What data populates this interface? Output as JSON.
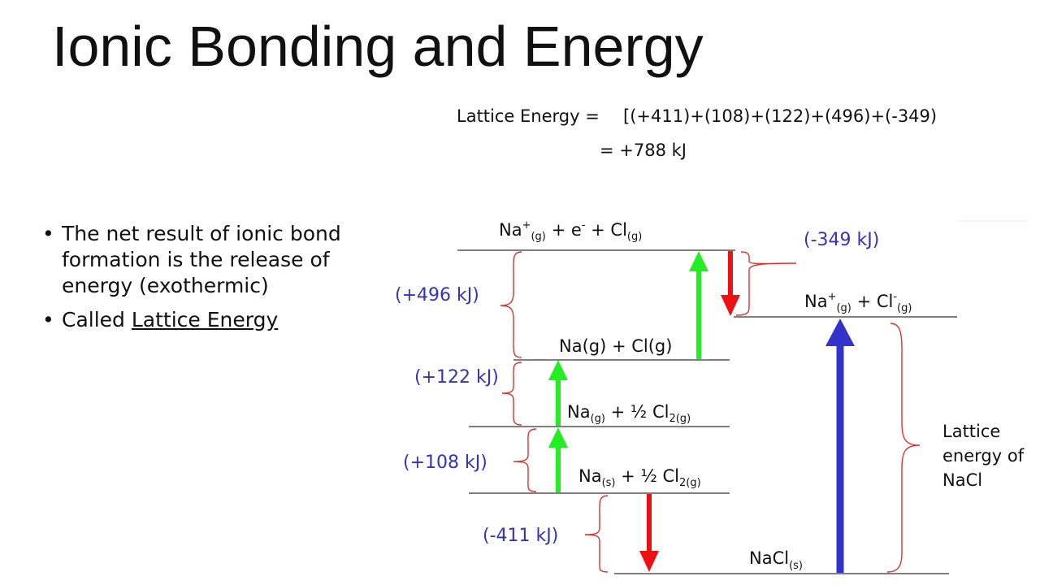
{
  "slide": {
    "title": "Ionic Bonding and Energy",
    "bullets": [
      "The net result of ionic bond formation is the release of energy (exothermic)",
      "Called"
    ],
    "underlined_term": "Lattice Energy",
    "bullet_glyph": "•"
  },
  "equation": {
    "line1_label": "Lattice Energy =",
    "line1_expr": "[(+411)+(108)+(122)+(496)+(-349)",
    "line2": "= +788 kJ"
  },
  "diagram": {
    "colors": {
      "endothermic": "#22ee22",
      "exothermic": "#ee1111",
      "lattice": "#3333cc",
      "brace": "#e03030",
      "energy_label": "#3333bb"
    },
    "levels": {
      "ions_electron": {
        "main": "Na",
        "sup1": "+",
        "sub1": "(g)",
        "mid": " + e",
        "sup2": "-",
        "mid2": " + Cl",
        "sub2": "(g)"
      },
      "gas_ions": {
        "main": "Na",
        "sup1": "+",
        "sub1": "(g)",
        "mid": "  +  Cl",
        "sup2": "-",
        "sub2": "(g)"
      },
      "gas_atoms": {
        "text": "Na(g) + Cl(g)"
      },
      "na_gas_cl2": {
        "main": "Na",
        "sub1": "(g)",
        "mid": " + ½ Cl",
        "sub2": "2(g)"
      },
      "na_solid_cl2": {
        "main": "Na",
        "sub1": "(s)",
        "mid": " + ½ Cl",
        "sub2": "2(g)"
      },
      "nacl_solid": {
        "main": "NaCl",
        "sub1": "(s)"
      }
    },
    "energies": {
      "electron_affinity": "(-349 kJ)",
      "ionization": "(+496 kJ)",
      "dissociation": "(+122 kJ)",
      "sublimation": "(+108 kJ)",
      "formation": "(-411 kJ)"
    },
    "lattice_label": [
      "Lattice",
      "energy of",
      "NaCl"
    ]
  }
}
